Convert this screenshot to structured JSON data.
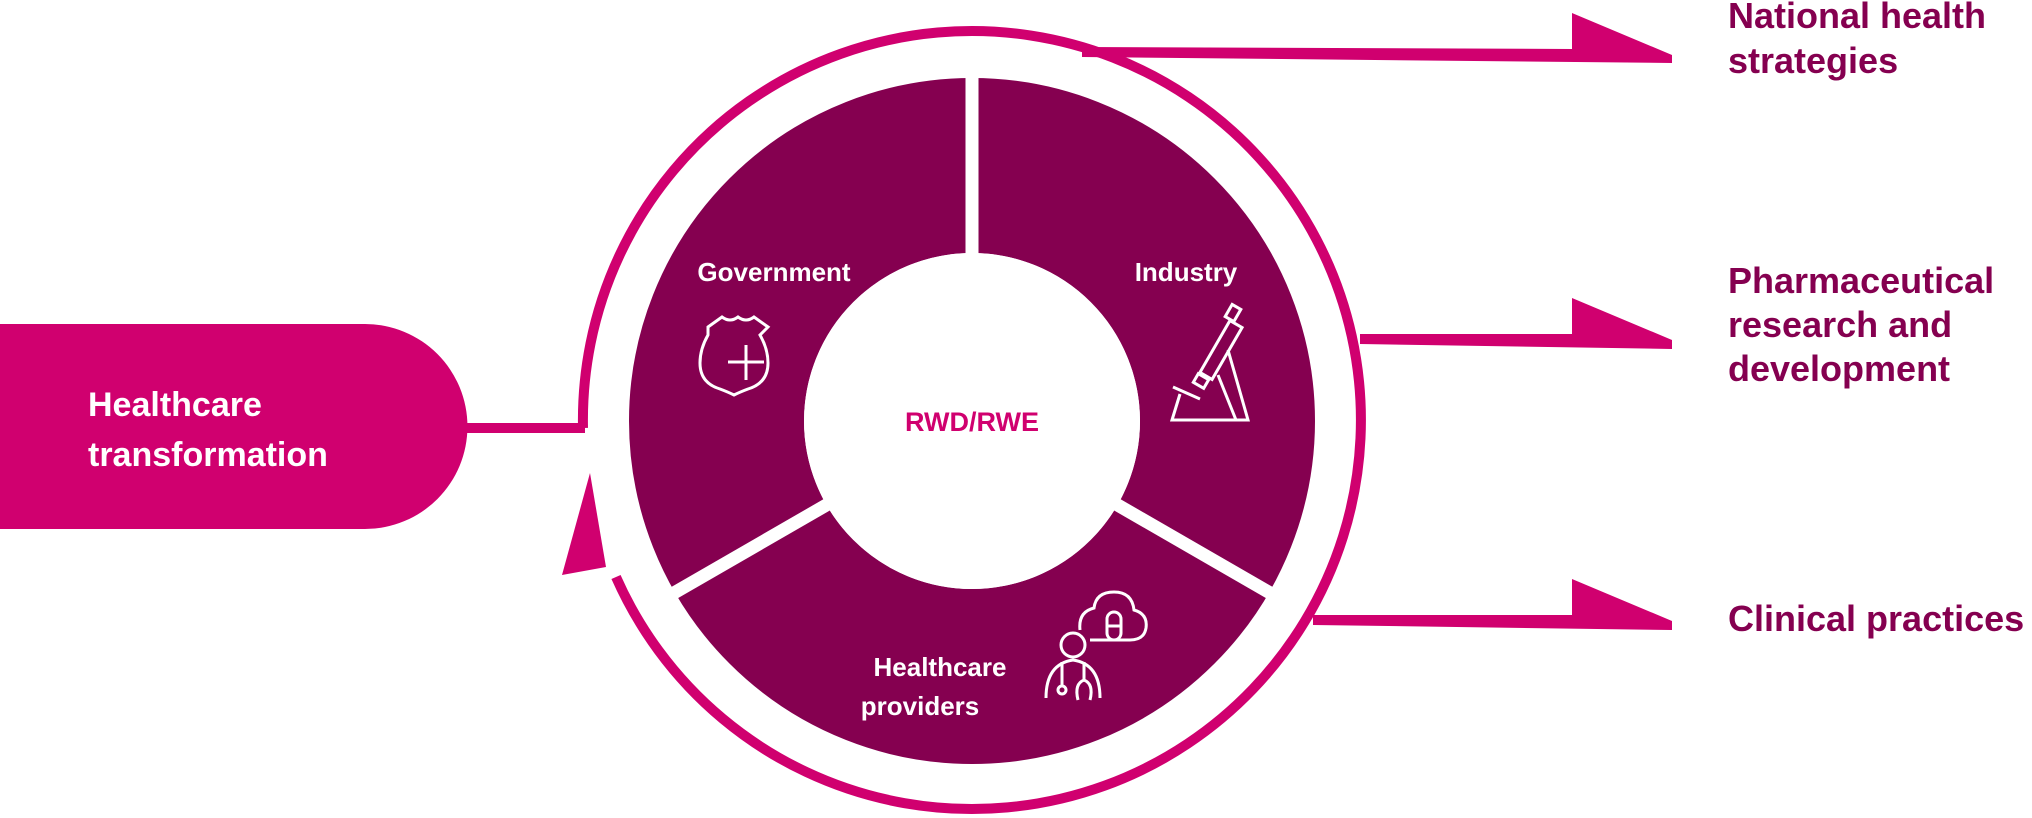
{
  "colors": {
    "magenta": "#d0006f",
    "plum": "#850050",
    "white": "#ffffff"
  },
  "source": {
    "label_line1": "Healthcare",
    "label_line2": "transformation"
  },
  "center": {
    "label": "RWD/RWE"
  },
  "segments": [
    {
      "label_lines": [
        "Government"
      ],
      "icon": "shield-icon"
    },
    {
      "label_lines": [
        "Industry"
      ],
      "icon": "microscope-icon"
    },
    {
      "label_lines": [
        "Healthcare",
        "providers"
      ],
      "icon": "doctor-cloud-icon"
    }
  ],
  "outcomes": [
    {
      "lines": [
        "National health",
        "strategies"
      ]
    },
    {
      "lines": [
        "Pharmaceutical",
        "research and",
        "development"
      ]
    },
    {
      "lines": [
        "Clinical practices"
      ]
    }
  ]
}
